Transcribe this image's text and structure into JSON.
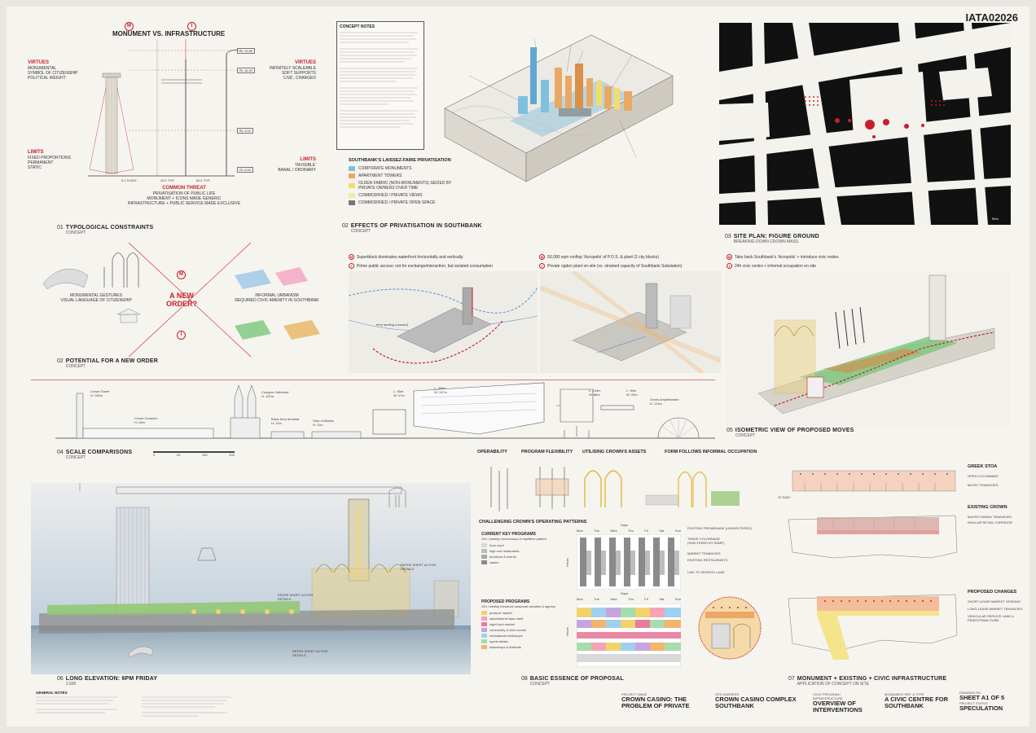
{
  "sheet_id": "IATA02026",
  "monument": {
    "m_icon": "M",
    "i_icon": "I",
    "title": "MONUMENT VS. INFRASTRUCTURE",
    "virtues_title": "VIRTUES",
    "virtues_text": [
      "MONUMENTAL",
      "SYMBOL OF CITIZENSHIP",
      "POLITICAL WEIGHT"
    ],
    "limits_title": "LIMITS",
    "limits_text": [
      "FIXED PROPORTIONS",
      "PERMANENT",
      "STATIC"
    ],
    "virtues2_title": "VIRTUES",
    "virtues2_text": [
      "INFINITELY SCALEABLE",
      "SOFT SUPPORTS",
      "'LIVE', CHARGED"
    ],
    "limits2_title": "LIMITS",
    "limits2_text": [
      "'INVISIBLE'",
      "BANAL / ORDINARY"
    ],
    "threat_title": "COMMON THREAT",
    "threat_text": [
      "PRIVATISATION OF PUBLIC LIFE",
      "MONUMENT + ICONS MADE GENERIC",
      "INFRASTRUCTURE + PUBLIC SERVICE MADE EXCLUSIVE"
    ],
    "rl_tags": [
      "RL 19.80",
      "RL 16.00",
      "RL 4.00",
      "RL 0.00"
    ],
    "ratios": [
      "5:1 FIXED",
      "20:1 TYP.",
      "60:1 TYP."
    ]
  },
  "concept_notes": {
    "title": "CONCEPT NOTES"
  },
  "laissez": {
    "title": "SOUTHBANK'S LAISSEZ-FAIRE PRIVATISATION",
    "items": [
      {
        "label": "CORPORATE MONUMENTS",
        "color": "#7fc0dc"
      },
      {
        "label": "APARTMENT TOWERS",
        "color": "#e9a964"
      },
      {
        "label": "OLDER FABRIC (NON-MONUMENTS) SEIZED BY PRIVATE OWNERS OVER TIME",
        "color": "#f2de6a"
      },
      {
        "label": "COMMODIFIED / PRIVATE VIEWS",
        "color": "#f5e9a0"
      },
      {
        "label": "COMMODIFIED / PRIVATE OPEN SPACE",
        "color": "#777777"
      }
    ]
  },
  "sections": {
    "s01": {
      "num": "01",
      "title": "TYPOLOGICAL CONSTRAINTS",
      "sub": "CONCEPT"
    },
    "s02": {
      "num": "02",
      "title": "POTENTIAL FOR A NEW ORDER",
      "sub": "CONCEPT"
    },
    "s02b": {
      "num": "02",
      "title": "EFFECTS OF PRIVATISATION IN SOUTHBANK",
      "sub": "CONCEPT"
    },
    "s03": {
      "num": "03",
      "title": "SITE PLAN: FIGURE GROUND",
      "sub": "BREAKING DOWN CROWN MASS"
    },
    "s04": {
      "num": "04",
      "title": "SCALE COMPARISONS",
      "sub": "CONCEPT"
    },
    "s05": {
      "num": "05",
      "title": "ISOMETRIC VIEW OF PROPOSED MOVES",
      "sub": "CONCEPT"
    },
    "s06": {
      "num": "06",
      "title": "LONG ELEVATION: 6PM FRIDAY",
      "sub": "1:500"
    },
    "s07": {
      "num": "07",
      "title": "MONUMENT + EXISTING + CIVIC INFRASTRUCTURE",
      "sub": "APPLICATION OF CONCEPT ON SITE"
    },
    "s08": {
      "num": "08",
      "title": "BASIC ESSENCE OF PROPOSAL",
      "sub": "CONCEPT"
    }
  },
  "typological": {
    "monumental": [
      "MONUMENTAL GESTURES",
      "VISUAL LANGUAGE OF CITIZENSHIP"
    ],
    "informal": [
      "INFORMAL URBANISM",
      "REQUIRED CIVIC AMENITY IN SOUTHBANK"
    ],
    "new_order": [
      "A NEW",
      "ORDER?"
    ]
  },
  "effects": {
    "left_notes": [
      {
        "icon": "M",
        "text": "Superblock dominates waterfront horizontally and vertically"
      },
      {
        "icon": "I",
        "text": "Prime public access: not for exchange/interaction, but isolated consumption"
      }
    ],
    "right_notes": [
      {
        "icon": "M",
        "text": "53,000 sqm rooftop 'Acropolis' of P.O.S. & plant (2 city blocks)"
      },
      {
        "icon": "I",
        "text": "Private ogden plant on-site (vs. strained capacity of Southbank Substation)"
      }
    ],
    "ferry_label": "ferry landing (unused)"
  },
  "site_notes": [
    {
      "icon": "M",
      "text": "Take back Southbank's 'Acropolis' + introduce civic nodes"
    },
    {
      "icon": "I",
      "text": "24h civic centre + informal occupation on site"
    }
  ],
  "scale": {
    "scale_bar": "50m",
    "ticks": [
      "0",
      "25",
      "100",
      "200"
    ]
  },
  "scale_items": [
    {
      "name": "Crown Tower",
      "dim": "H: 152m"
    },
    {
      "name": "Crown Complex",
      "dim": "H: 28m"
    },
    {
      "name": "Cologne Cathedral",
      "dim": "H: 157m"
    },
    {
      "name": "Basic ferry terminal",
      "dim": "H: 12m"
    },
    {
      "name": "Stoa of Attalos",
      "dim": "H: 11m"
    },
    {
      "name": "L: 65m",
      "dim": "W: 27m"
    },
    {
      "name": "L: 480m",
      "dim": "W: 157m"
    },
    {
      "name": "L: 144m",
      "dim": "W: 86m"
    },
    {
      "name": "L: 90m",
      "dim": "W: 20m"
    },
    {
      "name": "Greek Amphitheatre",
      "dim": "D: 113m"
    }
  ],
  "principles": [
    "OPERABILITY",
    "PROGRAM FLEXIBILITY",
    "UTILISING CROWN'S ASSETS",
    "FORM FOLLOWS INFORMAL OCCUPATION"
  ],
  "operating": {
    "title": "CHALLENGING CROWN'S OPERATING PATTERNS",
    "current_title": "CURRENT KEY PROGRAMS",
    "current_sub": "24h / weekly monotonous & repetitive pattern",
    "current_items": [
      {
        "label": "food court",
        "color": "#d9d9d9"
      },
      {
        "label": "high end restaurants",
        "color": "#bdbdbd"
      },
      {
        "label": "functions & events",
        "color": "#a8a8a8"
      },
      {
        "label": "casino",
        "color": "#8a8a8a"
      }
    ],
    "proposed_title": "PROPOSED PROGRAMS",
    "proposed_sub": "24h / weekly introduce seasonal variation & agency",
    "proposed_items": [
      {
        "label": "produce market",
        "color": "#f0d36b"
      },
      {
        "label": "sabchbahnet laas meet",
        "color": "#f5a3b5"
      },
      {
        "label": "night food market",
        "color": "#e97b9b"
      },
      {
        "label": "community & civic events",
        "color": "#c3a6e0"
      },
      {
        "label": "educational workshops",
        "color": "#9fd0ef"
      },
      {
        "label": "sports tables",
        "color": "#a6dcae"
      },
      {
        "label": "bakeshops & festivals",
        "color": "#f3b46b"
      }
    ],
    "days": [
      "Mon",
      "Tue",
      "Wed",
      "Thu",
      "Fri",
      "Sat",
      "Sun"
    ],
    "days_title": "Days",
    "hours_label": "Hours"
  },
  "promenade_notes": [
    "EXISTING PROMENADE (UNSHELTERED)",
    "TRADE COLONNADE (SHELTERED BY RAMP)",
    "MARKET TENANCIES",
    "EXISTING RESTAURANTS",
    "LINK TO SERVICE LANE"
  ],
  "stoa": {
    "greek_title": "GREEK STOA",
    "greek_notes": [
      "OPEN COLONNADE",
      "MICRO TENANCIES"
    ],
    "existing_title": "EXISTING CROWN",
    "existing_notes": [
      "MACRO DINING TENANCIES",
      "INSULAR RETAIL CORRIDOR"
    ],
    "proposed_title": "PROPOSED CHANGES",
    "proposed_notes": [
      "SHORT-LEASE MARKET VENDING",
      "LONG-LEASE MARKET TENANCIES",
      "VEHICULAR SERVICE LANE & PEDESTRIAN CURB"
    ],
    "scale_tag": "20 SQM"
  },
  "elevation_notes": [
    "REFER SHEET A2 FOR DETAILS",
    "REFER SHEET A3 FOR DETAILS",
    "REFER SHEET A4 FOR DETAILS"
  ],
  "general_notes": {
    "title": "GENERAL NOTES"
  },
  "title_block": [
    {
      "key": "PROJECT NAME",
      "value": "CROWN CASINO: THE PROBLEM OF PRIVATE"
    },
    {
      "key": "SITE ADDRESS",
      "value": "CROWN CASINO COMPLEX SOUTHBANK"
    },
    {
      "key": "CIVIC PROGRAM / INFRASTRUCTURE",
      "value": "OVERVIEW OF INTERVENTIONS"
    },
    {
      "key": "MONUMENT REF. & TYPE",
      "value": "A CIVIC CENTRE FOR SOUTHBANK"
    },
    {
      "key": "DRAWING NO.",
      "value": "SHEET A1 OF 5"
    },
    {
      "key": "PROJECT STATUS",
      "value": "SPECULATION"
    }
  ]
}
